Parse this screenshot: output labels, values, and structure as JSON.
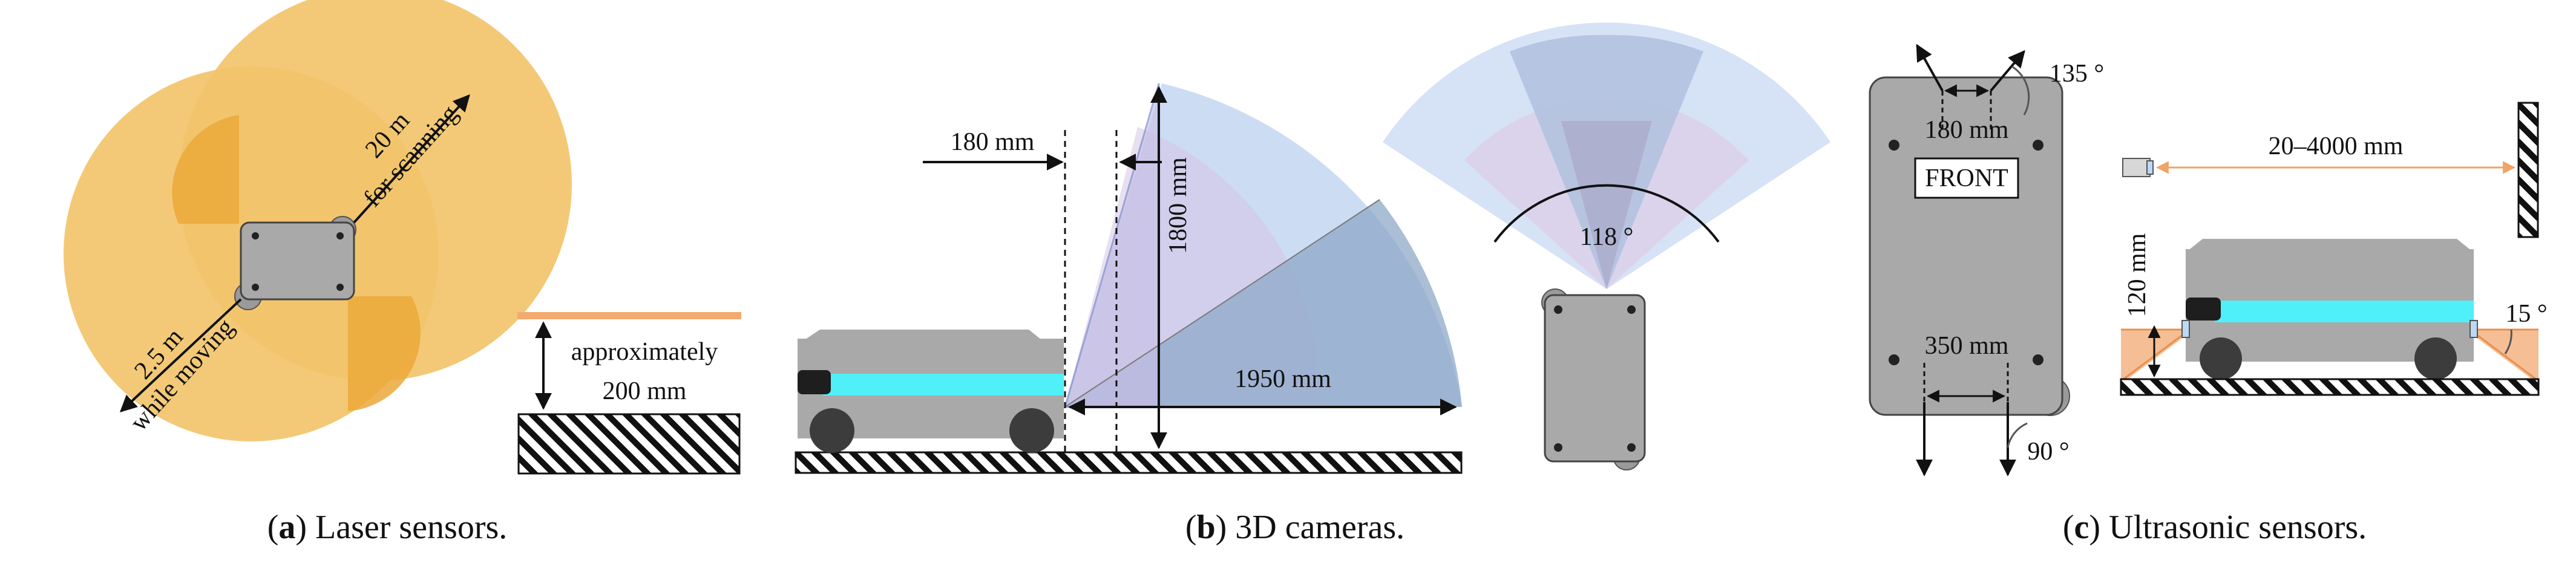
{
  "panel_a": {
    "caption_letter": "a",
    "caption_text": "Laser sensors.",
    "range_scanning_value": "20 m",
    "range_scanning_text": "for scanning",
    "range_moving_value": "2.5 m",
    "range_moving_text": "while moving",
    "height_line1": "approximately",
    "height_line2": "200 mm"
  },
  "panel_b": {
    "caption_letter": "b",
    "caption_text": "3D cameras.",
    "offset_label": "180 mm",
    "height_label": "1800 mm",
    "range_label": "1950 mm",
    "angle_label": "118 °"
  },
  "panel_c": {
    "caption_letter": "c",
    "caption_text": "Ultrasonic sensors.",
    "front_label": "FRONT",
    "front_spacing": "180 mm",
    "rear_spacing": "350 mm",
    "front_angle": "135 °",
    "rear_angle": "90 °",
    "range_label": "20–4000 mm",
    "mount_height": "120 mm",
    "tilt_angle": "15 °"
  },
  "colors": {
    "laser_fill": "#f2c46b",
    "laser_overlap": "#eba83a",
    "robot_body": "#a9a9a9",
    "robot_wheel": "#3c3c3c",
    "light_strip": "#4ff0f8",
    "camera_blue": "#b7cdee",
    "camera_lilac": "#d6c4e4",
    "ultrasonic_orange": "#f2a366",
    "ground_line": "#f3aa6e"
  }
}
